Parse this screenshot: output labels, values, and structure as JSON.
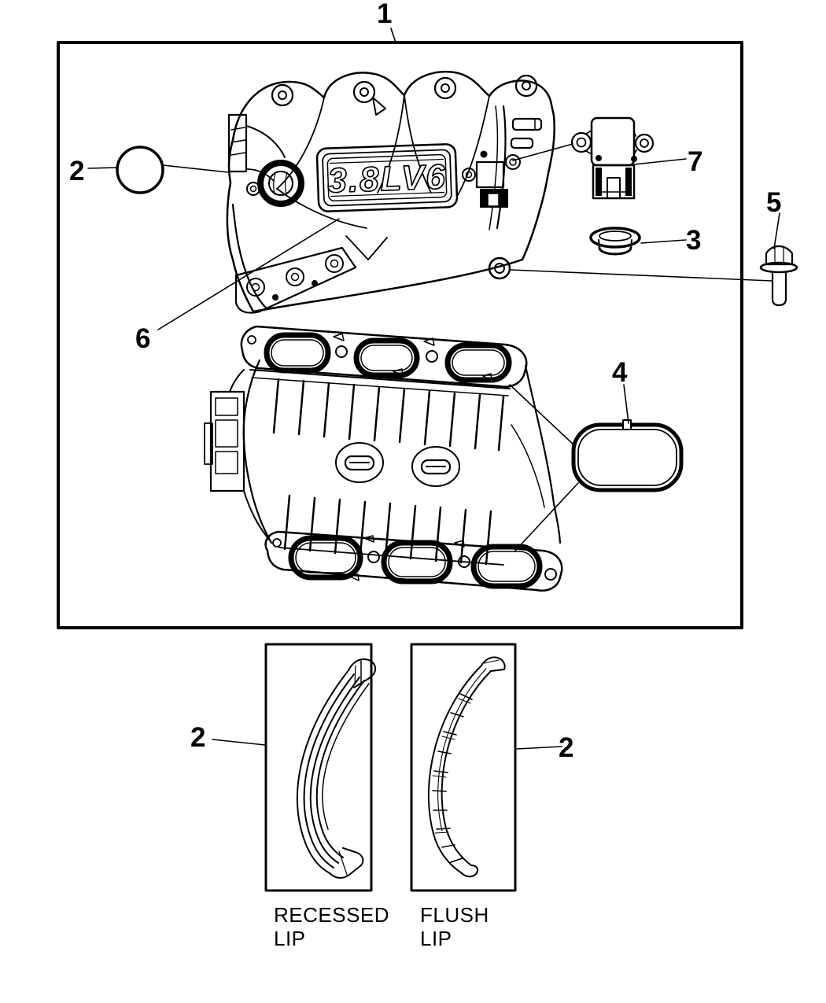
{
  "figure": {
    "badge_text": "3.8LV6",
    "callouts": {
      "assembly": "1",
      "throttle_seal": "2",
      "vacuum_cap": "3",
      "plenum_oring": "4",
      "mounting_bolt": "5",
      "upper_manifold": "6",
      "map_sensor": "7",
      "recessed_seal": "2",
      "flush_seal": "2"
    },
    "insets": {
      "recessed_caption": "RECESSED LIP",
      "flush_caption": "FLUSH LIP"
    },
    "colors": {
      "line": "#000000",
      "background": "#ffffff"
    }
  }
}
